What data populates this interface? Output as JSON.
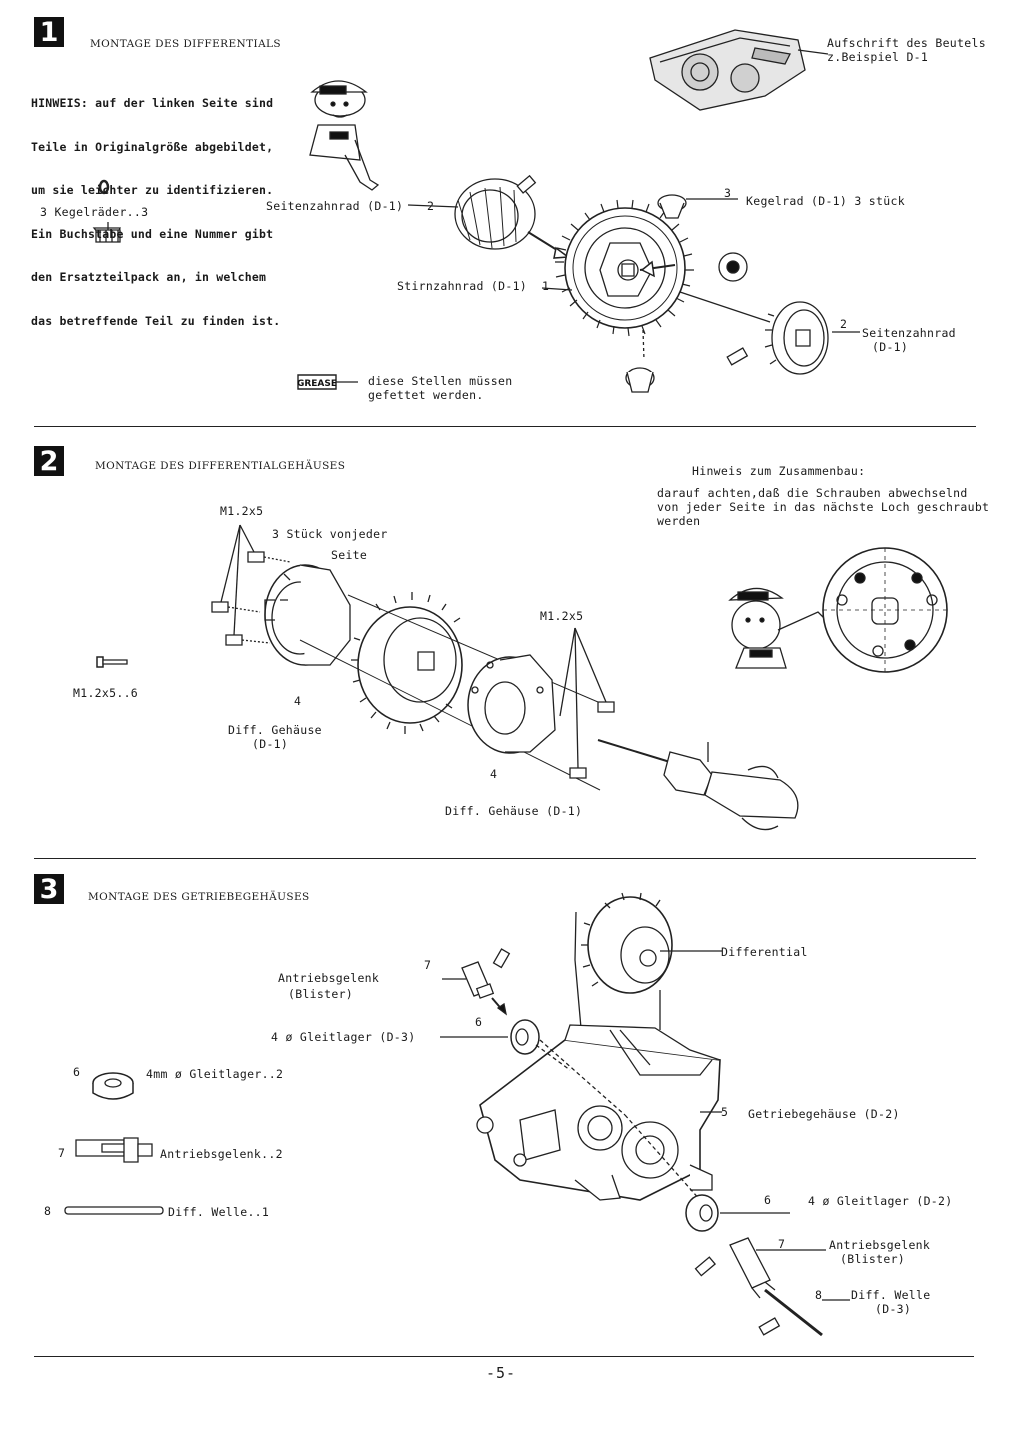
{
  "page_number": "-5-",
  "grease_badge": "GREASE",
  "step1": {
    "number": "1",
    "title": "MONTAGE DES DIFFERENTIALS",
    "note_lines": [
      "HINWEIS: auf der linken Seite sind",
      "Teile in Originalgröße abgebildet,",
      "um sie leichter zu identifizieren.",
      "Ein Buchstabe und eine Nummer gibt",
      "den Ersatzteilpack an, in welchem",
      "das betreffende Teil zu finden ist."
    ],
    "bag_label_line1": "Aufschrift des Beutels",
    "bag_label_line2": "z.Beispiel D-1",
    "part_qty_label": "3  Kegelräder..3",
    "callout_side_gear_left": "Seitenzahnrad (D-1)",
    "callout_side_gear_left_num": "2",
    "callout_bevel_gear": "Kegelrad (D-1) 3 stück",
    "callout_bevel_gear_num": "3",
    "callout_spur_gear": "Stirnzahnrad (D-1)",
    "callout_spur_gear_num": "1",
    "callout_side_gear_right_line1": "Seitenzahnrad",
    "callout_side_gear_right_line2": "(D-1)",
    "callout_side_gear_right_num": "2",
    "grease_note_line1": "diese Stellen müssen",
    "grease_note_line2": "gefettet werden."
  },
  "step2": {
    "number": "2",
    "title": "MONTAGE DES DIFFERENTIALGEHÄUSES",
    "hint_title": "Hinweis zum Zusammenbau:",
    "hint_line1": "darauf achten,daß die Schrauben abwechselnd",
    "hint_line2": "von jeder Seite in das nächste Loch geschraubt",
    "hint_line3": "werden",
    "screw_left": "M1.2x5",
    "screw_left_note_line1": "3 Stück vonjeder",
    "screw_left_note_line2": "Seite",
    "screw_right": "M1.2x5",
    "part_qty_label": "M1.2x5..6",
    "housing_left_num": "4",
    "housing_left_line1": "Diff. Gehäuse",
    "housing_left_line2": "(D-1)",
    "housing_right_num": "4",
    "housing_right_label": "Diff. Gehäuse  (D-1)"
  },
  "step3": {
    "number": "3",
    "title": "MONTAGE DES GETRIEBEGEHÄUSES",
    "differential": "Differential",
    "joint_top_num": "7",
    "joint_top_line1": "Antriebsgelenk",
    "joint_top_line2": "(Blister)",
    "bearing_top_num": "6",
    "bearing_top_label": "4 ø Gleitlager (D-3)",
    "housing_num": "5",
    "housing_label": "Getriebegehäuse (D-2)",
    "bearing_bottom_num": "6",
    "bearing_bottom_label": "4 ø Gleitlager (D-2)",
    "joint_bottom_num": "7",
    "joint_bottom_line1": "Antriebsgelenk",
    "joint_bottom_line2": "(Blister)",
    "shaft_num": "8",
    "shaft_line1": "Diff. Welle",
    "shaft_line2": "(D-3)",
    "parts": [
      {
        "num": "6",
        "label": "4mm ø Gleitlager..2"
      },
      {
        "num": "7",
        "label": "Antriebsgelenk..2"
      },
      {
        "num": "8",
        "label": "Diff. Welle..1"
      }
    ]
  }
}
